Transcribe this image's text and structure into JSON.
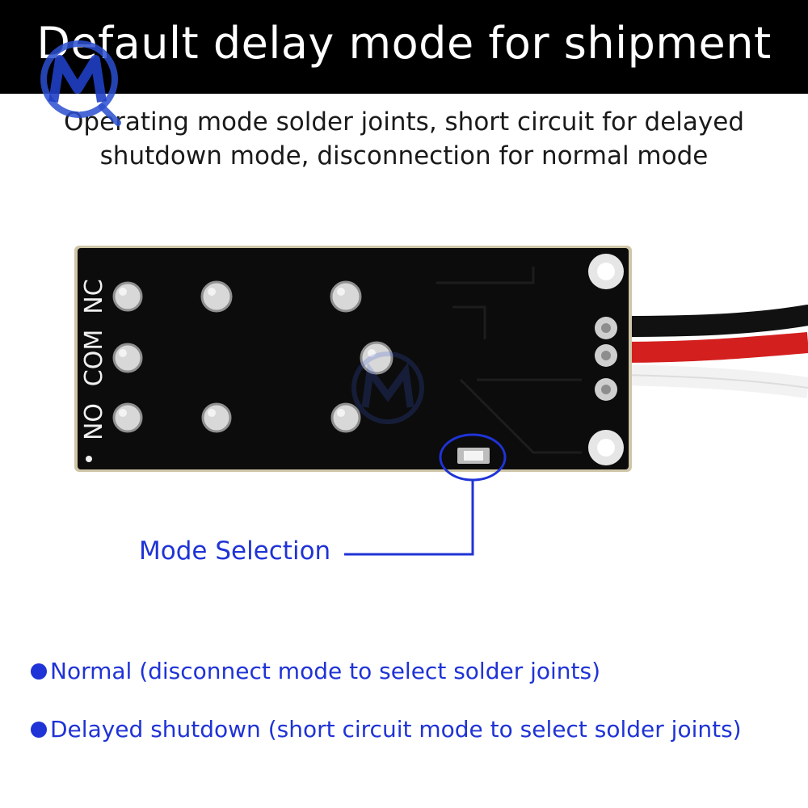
{
  "header": {
    "title": "Default delay mode for shipment",
    "subtitle_line1": "Operating mode solder joints, short circuit for delayed",
    "subtitle_line2": "shutdown mode, disconnection for normal mode"
  },
  "logo": {
    "icon": "mq-logo-icon"
  },
  "board": {
    "labels": {
      "nc": "NC",
      "com": "COM",
      "no": "NO"
    },
    "colors": {
      "pcb": "#0c0c0c",
      "wire_black": "#111111",
      "wire_red": "#d41f1f",
      "wire_white": "#f2f2f2"
    }
  },
  "callout": {
    "label": "Mode Selection",
    "color": "#1f33d6"
  },
  "bullets": [
    {
      "text": "Normal (disconnect mode to select solder joints)"
    },
    {
      "text": "Delayed shutdown (short circuit mode to select solder joints)"
    }
  ]
}
